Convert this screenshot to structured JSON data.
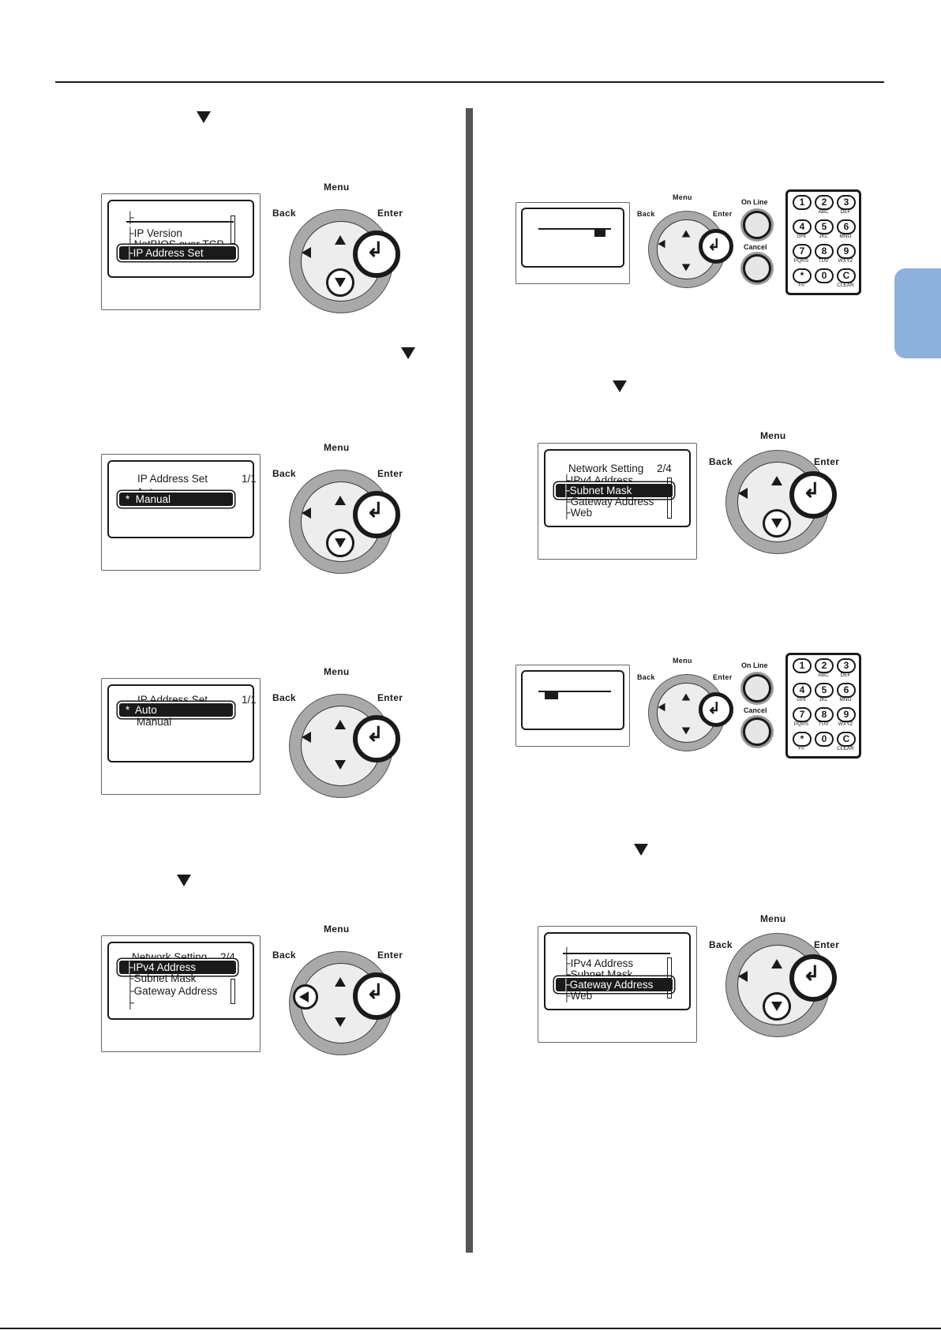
{
  "colors": {
    "accent_tab": "#8fb1dd"
  },
  "pad_labels": {
    "menu": "Menu",
    "back": "Back",
    "enter": "Enter",
    "on_line": "On Line",
    "cancel": "Cancel"
  },
  "keypad": {
    "keys": [
      "1",
      "2",
      "3",
      "4",
      "5",
      "6",
      "7",
      "8",
      "9",
      "*",
      "0",
      "C"
    ],
    "subs": [
      "",
      "ABC",
      "DEF",
      "GHI",
      "JKL",
      "MNO",
      "PQRS",
      "TUV",
      "WXYZ",
      "Fn",
      "",
      "CLEAR"
    ]
  },
  "screens": {
    "s1": {
      "line_ip_version": "IP Version",
      "line_netbios": "NetBIOS over TCP",
      "selected": "IP Address Set"
    },
    "s2": {
      "title": "IP Address Set",
      "page": "1/1",
      "line_auto": "Auto",
      "selected_mark": "*",
      "selected": "Manual"
    },
    "s3": {
      "title": "IP Address Set",
      "page": "1/1",
      "selected_mark": "*",
      "selected": "Auto",
      "line_manual": "Manual"
    },
    "s4": {
      "title": "Network Setting",
      "page": "2/4",
      "selected": "IPv4 Address",
      "line_subnet": "Subnet Mask",
      "line_gateway": "Gateway Address"
    },
    "s6": {
      "title": "Network Setting",
      "page": "2/4",
      "line_ipv4": "IPv4 Address",
      "selected": "Subnet Mask",
      "line_gateway": "Gateway Address",
      "line_web": "Web"
    },
    "s8": {
      "line_ipv4": "IPv4 Address",
      "line_subnet": "Subnet Mask",
      "selected": "Gateway Address",
      "line_web": "Web"
    }
  }
}
